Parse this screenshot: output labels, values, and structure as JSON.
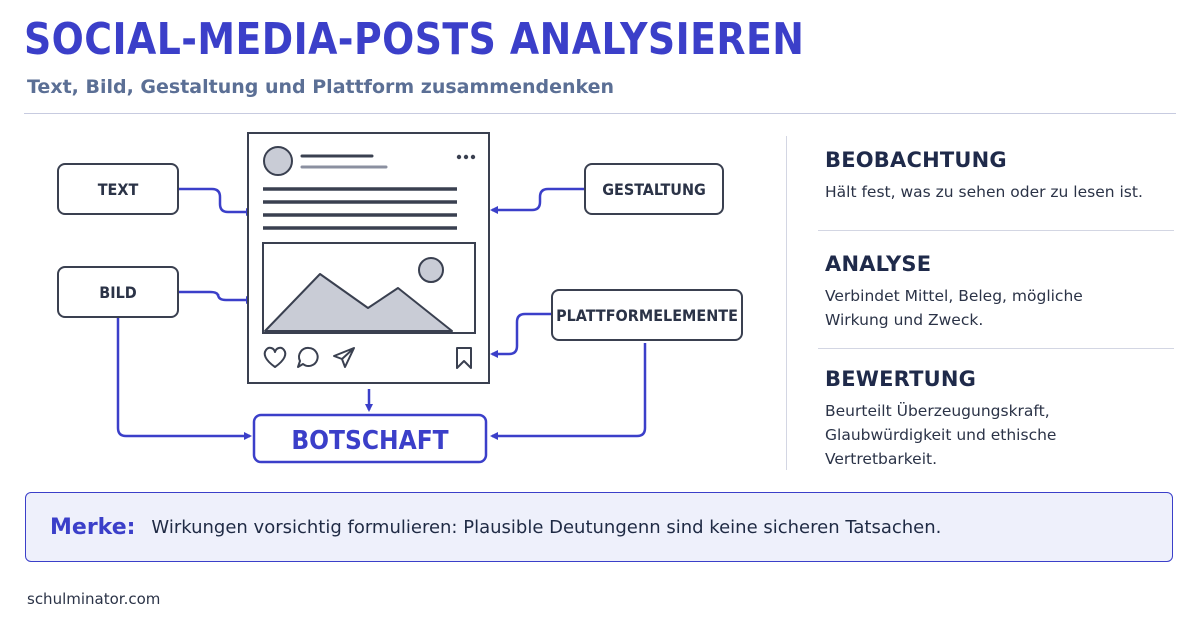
{
  "header": {
    "title": "SOCIAL-MEDIA-POSTS ANALYSIEREN",
    "subtitle": "Text, Bild, Gestaltung und Plattform zusammendenken"
  },
  "diagram": {
    "boxes": {
      "text": "TEXT",
      "bild": "BILD",
      "gestaltung": "GESTALTUNG",
      "plattform": "PLATTFORMELEMENTE",
      "botschaft": "BOTSCHAFT"
    },
    "post_icons": [
      "avatar-icon",
      "more-dots-icon",
      "image-icon",
      "heart-icon",
      "comment-icon",
      "share-icon",
      "bookmark-icon"
    ]
  },
  "sections": [
    {
      "heading": "BEOBACHTUNG",
      "text": "Hält fest, was zu sehen oder zu lesen ist."
    },
    {
      "heading": "ANALYSE",
      "text": "Verbindet Mittel, Beleg, mögliche Wirkung und Zweck."
    },
    {
      "heading": "BEWERTUNG",
      "text": "Beurteilt Überzeugungskraft, Glaubwürdigkeit und ethische Vertretbarkeit."
    }
  ],
  "note": {
    "label": "Merke:",
    "text": "Wirkungen vorsichtig formulieren: Plausible Deutungenn sind keine sicheren Tatsachen."
  },
  "footer": {
    "text": "schulminator.com"
  },
  "colors": {
    "accent": "#3b3fc9",
    "text": "#1f2a44",
    "subtitle": "#5b6f95",
    "note_bg": "#eef0fb"
  }
}
